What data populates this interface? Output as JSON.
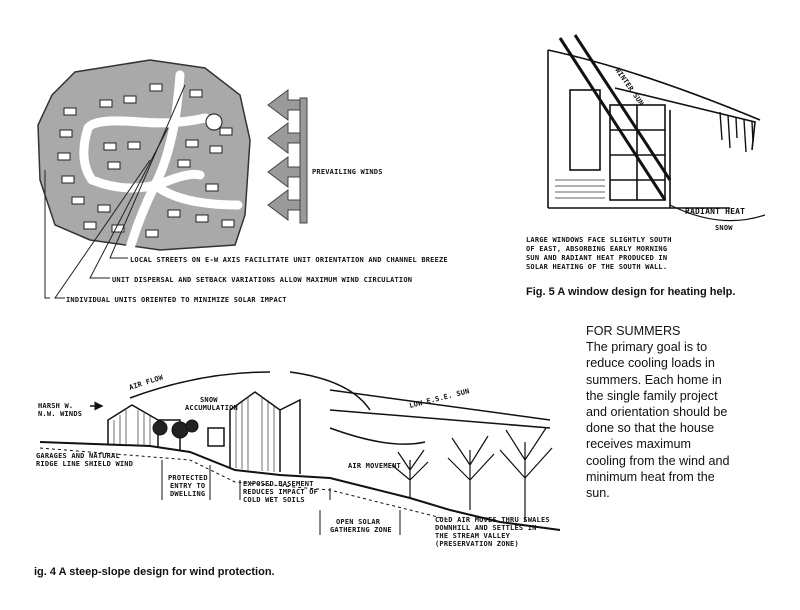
{
  "fig_site": {
    "prevailing_winds": "PREVAILING WINDS",
    "label_streets": "LOCAL STREETS ON E-W AXIS FACILITATE UNIT ORIENTATION AND CHANNEL BREEZE",
    "label_dispersal": "UNIT DISPERSAL AND SETBACK VARIATIONS ALLOW MAXIMUM WIND CIRCULATION",
    "label_units": "INDIVIDUAL UNITS ORIENTED TO MINIMIZE SOLAR IMPACT"
  },
  "fig5": {
    "sun_label": "WINTER SUN",
    "radiant_heat": "RADIANT HEAT",
    "snow": "SNOW",
    "note_lines": [
      "LARGE WINDOWS FACE SLIGHTLY SOUTH",
      "OF EAST, ABSORBING EARLY MORNING",
      "SUN AND RADIANT HEAT PRODUCED IN",
      "SOLAR HEATING OF THE SOUTH WALL."
    ],
    "caption": "Fig. 5   A window design for heating help."
  },
  "summer_note": {
    "heading": "FOR SUMMERS",
    "lines": [
      "The primary goal is to",
      "reduce cooling loads in",
      "summers. Each home in",
      "the single family project",
      "and orientation should be",
      "done  so that the house",
      "receives maximum",
      "cooling from the wind and",
      "minimum heat from the",
      "sun."
    ]
  },
  "fig4": {
    "harsh_winds": [
      "HARSH W.",
      "N.W. WINDS"
    ],
    "air_flow": "AIR FLOW",
    "snow_accumulation": [
      "SNOW",
      "ACCUMULATION"
    ],
    "low_sun": "LOW E.S.E. SUN",
    "air_movement": "AIR MOVEMENT",
    "garages": [
      "GARAGES AND NATURAL",
      "RIDGE LINE SHIELD WIND"
    ],
    "protected_entry": [
      "PROTECTED",
      "ENTRY TO",
      "DWELLING"
    ],
    "exposed_basement": [
      "EXPOSED BASEMENT",
      "REDUCES IMPACT OF",
      "COLD WET SOILS"
    ],
    "open_solar": [
      "OPEN SOLAR",
      "GATHERING ZONE"
    ],
    "cold_air": [
      "COLD AIR MOVES THRU SWALES",
      "DOWNHILL AND SETTLES IN",
      "THE STREAM VALLEY",
      "(PRESERVATION ZONE)"
    ],
    "caption": "ig. 4   A steep-slope design for wind protection."
  }
}
